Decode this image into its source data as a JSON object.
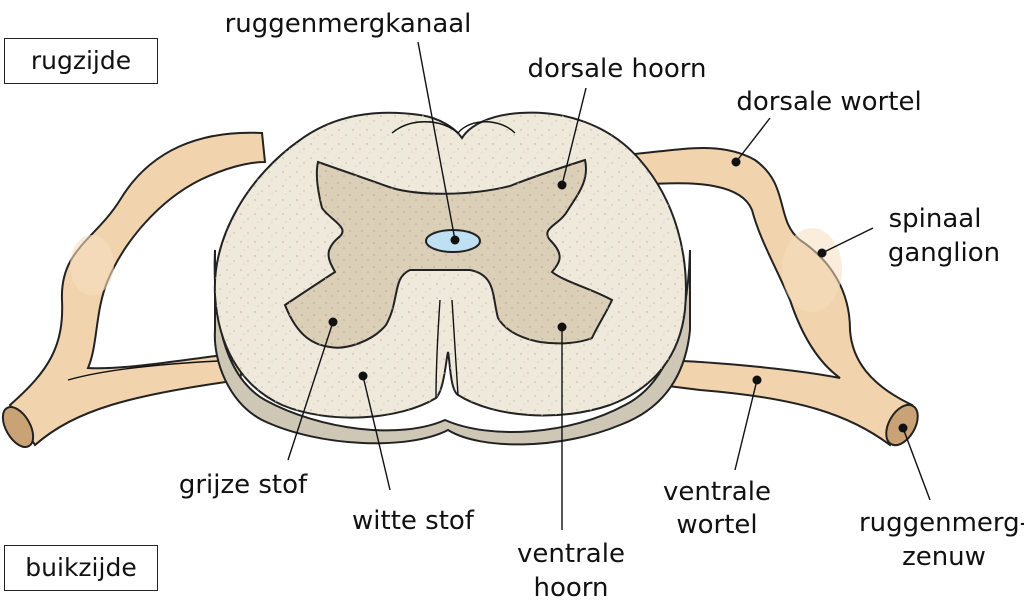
{
  "labels": {
    "rugzijde": "rugzijde",
    "buikzijde": "buikzijde",
    "ruggenmergkanaal": "ruggenmergkanaal",
    "dorsale_hoorn": "dorsale hoorn",
    "dorsale_wortel": "dorsale wortel",
    "spinaal_ganglion_1": "spinaal",
    "spinaal_ganglion_2": "ganglion",
    "grijze_stof": "grijze stof",
    "witte_stof": "witte stof",
    "ventrale_hoorn_1": "ventrale",
    "ventrale_hoorn_2": "hoorn",
    "ventrale_wortel_1": "ventrale",
    "ventrale_wortel_2": "wortel",
    "ruggenmergzenuw_1": "ruggenmerg-",
    "ruggenmergzenuw_2": "zenuw"
  },
  "colors": {
    "white_matter": "#efe9dc",
    "white_matter_shadow": "#cfc7b6",
    "grey_matter": "#dccfb8",
    "nerve": "#f1d3ad",
    "nerve_dark": "#dcb489",
    "canal": "#bfe0f2",
    "outline": "#222222"
  }
}
